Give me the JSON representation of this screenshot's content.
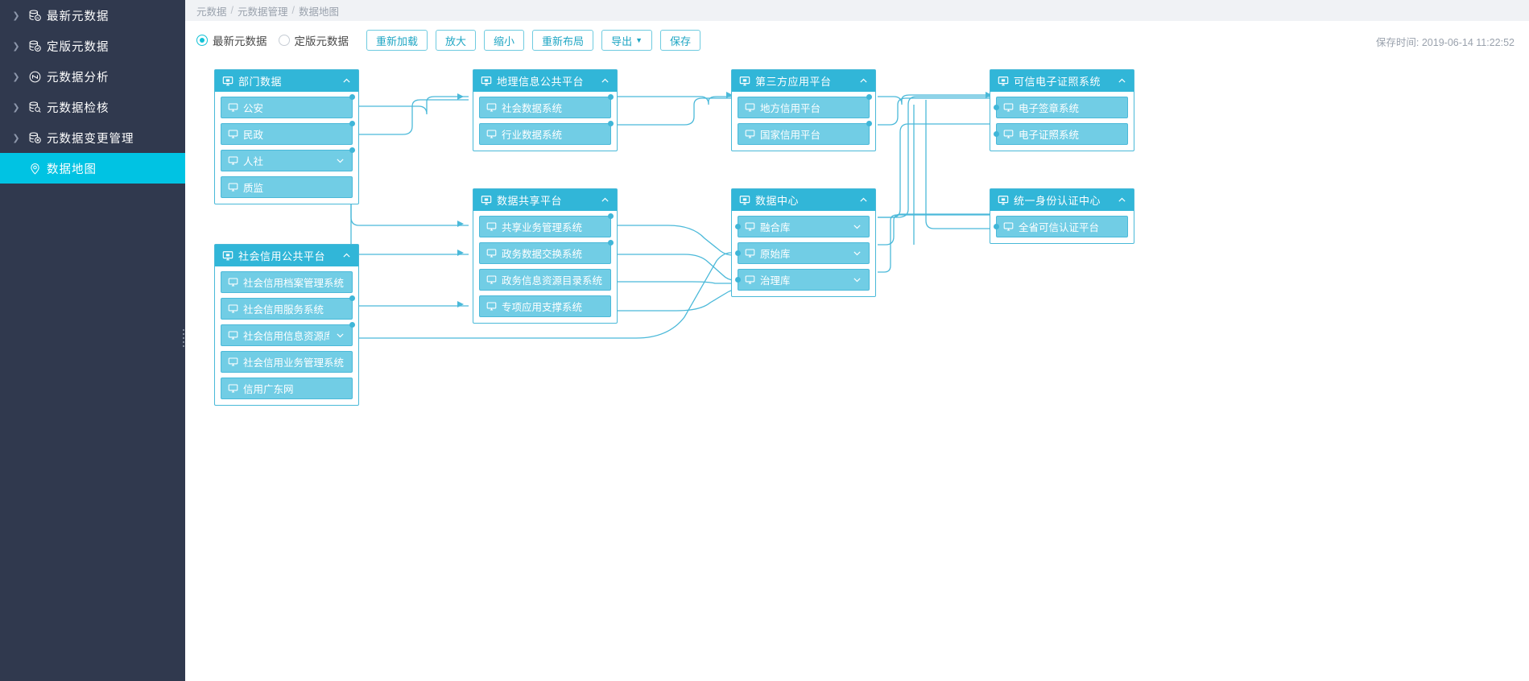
{
  "sidebar": {
    "items": [
      {
        "label": "最新元数据",
        "icon": "database-n-icon",
        "expandable": true,
        "active": false
      },
      {
        "label": "定版元数据",
        "icon": "database-check-icon",
        "expandable": true,
        "active": false
      },
      {
        "label": "元数据分析",
        "icon": "analysis-circle-icon",
        "expandable": true,
        "active": false
      },
      {
        "label": "元数据检核",
        "icon": "database-search-icon",
        "expandable": true,
        "active": false
      },
      {
        "label": "元数据变更管理",
        "icon": "database-x-icon",
        "expandable": true,
        "active": false
      },
      {
        "label": "数据地图",
        "icon": "map-pin-icon",
        "expandable": false,
        "active": true
      }
    ]
  },
  "breadcrumb": {
    "items": [
      "元数据",
      "元数据管理",
      "数据地图"
    ],
    "separator": "/"
  },
  "toolbar": {
    "radios": [
      {
        "label": "最新元数据",
        "checked": true
      },
      {
        "label": "定版元数据",
        "checked": false
      }
    ],
    "buttons": [
      {
        "label": "重新加载",
        "caret": false
      },
      {
        "label": "放大",
        "caret": false
      },
      {
        "label": "缩小",
        "caret": false
      },
      {
        "label": "重新布局",
        "caret": false
      },
      {
        "label": "导出",
        "caret": true
      },
      {
        "label": "保存",
        "caret": false
      }
    ],
    "caret_glyph": "▼",
    "save_time": "保存时间: 2019-06-14 11:22:52"
  },
  "colors": {
    "accent": "#00c3e3",
    "sidebar_bg": "#30394e",
    "group_header": "#31b6d8",
    "node_fill": "#71cde5",
    "node_border": "#4bb9d9",
    "edge": "#4bb9d9"
  },
  "map": {
    "groups": [
      {
        "title": "部门数据",
        "collapse_icon": "chevron-up-icon",
        "nodes": [
          {
            "label": "公安",
            "chevron": ""
          },
          {
            "label": "民政",
            "chevron": ""
          },
          {
            "label": "人社",
            "chevron": "chevron-down-icon"
          },
          {
            "label": "质监",
            "chevron": ""
          }
        ]
      },
      {
        "title": "社会信用公共平台",
        "collapse_icon": "chevron-up-icon",
        "nodes": [
          {
            "label": "社会信用档案管理系统",
            "chevron": ""
          },
          {
            "label": "社会信用服务系统",
            "chevron": ""
          },
          {
            "label": "社会信用信息资源库",
            "chevron": "chevron-down-icon"
          },
          {
            "label": "社会信用业务管理系统",
            "chevron": ""
          },
          {
            "label": "信用广东网",
            "chevron": ""
          }
        ]
      },
      {
        "title": "地理信息公共平台",
        "collapse_icon": "chevron-up-icon",
        "nodes": [
          {
            "label": "社会数据系统",
            "chevron": ""
          },
          {
            "label": "行业数据系统",
            "chevron": ""
          }
        ]
      },
      {
        "title": "数据共享平台",
        "collapse_icon": "chevron-up-icon",
        "nodes": [
          {
            "label": "共享业务管理系统",
            "chevron": ""
          },
          {
            "label": "政务数据交换系统",
            "chevron": ""
          },
          {
            "label": "政务信息资源目录系统",
            "chevron": ""
          },
          {
            "label": "专项应用支撑系统",
            "chevron": ""
          }
        ]
      },
      {
        "title": "第三方应用平台",
        "collapse_icon": "chevron-up-icon",
        "nodes": [
          {
            "label": "地方信用平台",
            "chevron": ""
          },
          {
            "label": "国家信用平台",
            "chevron": ""
          }
        ]
      },
      {
        "title": "数据中心",
        "collapse_icon": "chevron-up-icon",
        "nodes": [
          {
            "label": "融合库",
            "chevron": "chevron-down-icon"
          },
          {
            "label": "原始库",
            "chevron": "chevron-down-icon"
          },
          {
            "label": "治理库",
            "chevron": "chevron-down-icon"
          }
        ]
      },
      {
        "title": "可信电子证照系统",
        "collapse_icon": "chevron-up-icon",
        "nodes": [
          {
            "label": "电子签章系统",
            "chevron": ""
          },
          {
            "label": "电子证照系统",
            "chevron": ""
          }
        ]
      },
      {
        "title": "统一身份认证中心",
        "collapse_icon": "chevron-up-icon",
        "nodes": [
          {
            "label": "全省可信认证平台",
            "chevron": ""
          }
        ]
      }
    ]
  }
}
